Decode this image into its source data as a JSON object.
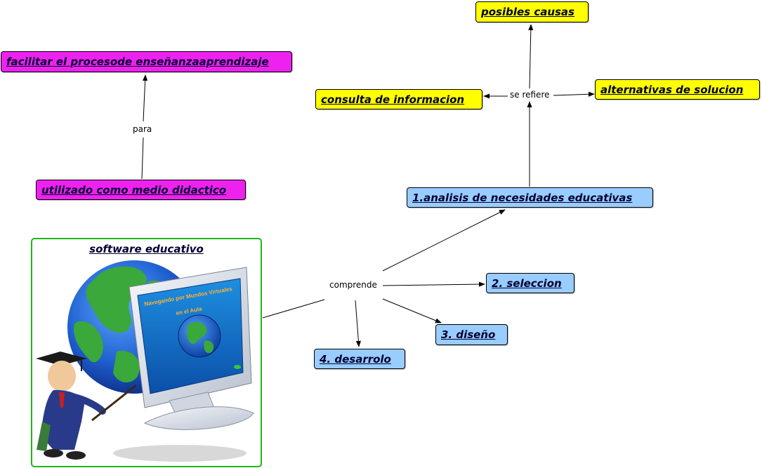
{
  "colors": {
    "magenta": "#ee22ee",
    "yellow": "#ffff00",
    "blue": "#99ccff",
    "image_border": "#1db81d"
  },
  "nodes": {
    "facilitar": "facilitar el procesode enseñanzaaprendizaje",
    "utilizado": "utilizado como medio didactico",
    "posibles_causas": "posibles causas",
    "consulta": "consulta de informacion",
    "alternativas": "alternativas de solucion",
    "analisis": "1.analisis de necesidades educativas",
    "seleccion": "2. seleccion",
    "diseno": "3. diseño",
    "desarrolo": "4. desarrolo",
    "software": "software educativo"
  },
  "link_labels": {
    "para": "para",
    "se_refiere": "se refiere",
    "comprende": "comprende"
  },
  "illustration": {
    "monitor_text_line1": "Navegando por Mundos Virtuales",
    "monitor_text_line2": "en el Aula"
  }
}
